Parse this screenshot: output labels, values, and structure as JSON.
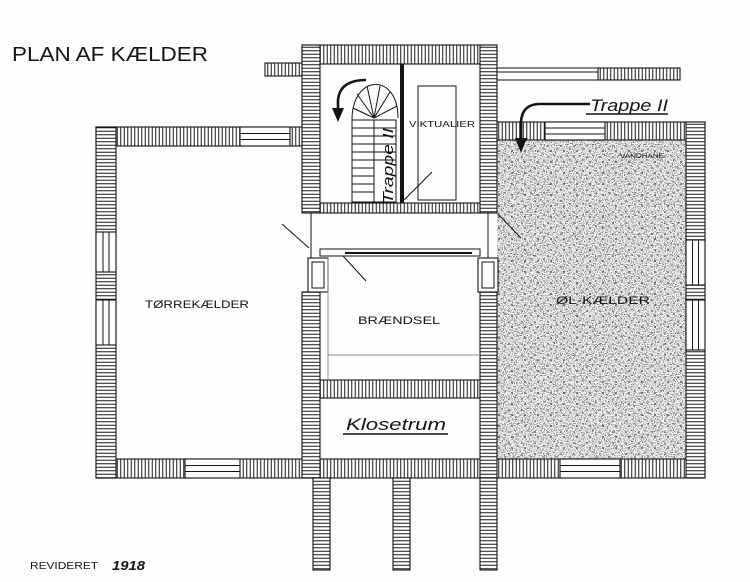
{
  "drawing": {
    "title": "PLAN AF KÆLDER",
    "revision_label": "REVIDERET",
    "revision_year": "1918"
  },
  "rooms": {
    "viktualier": "VIKTUALIER",
    "torrekaelder": "TØRREKÆLDER",
    "braendsel": "BRÆNDSEL",
    "olkaelder": "ØL-KÆLDER",
    "klosetrum": "Klosetrum"
  },
  "annotations": {
    "stair_label_inner": "Trappe II",
    "stair_label_outer": "Trappe II",
    "water_tap": "VANDHANE"
  },
  "colors": {
    "ink": "#141414",
    "paper": "#fdfdfb"
  }
}
